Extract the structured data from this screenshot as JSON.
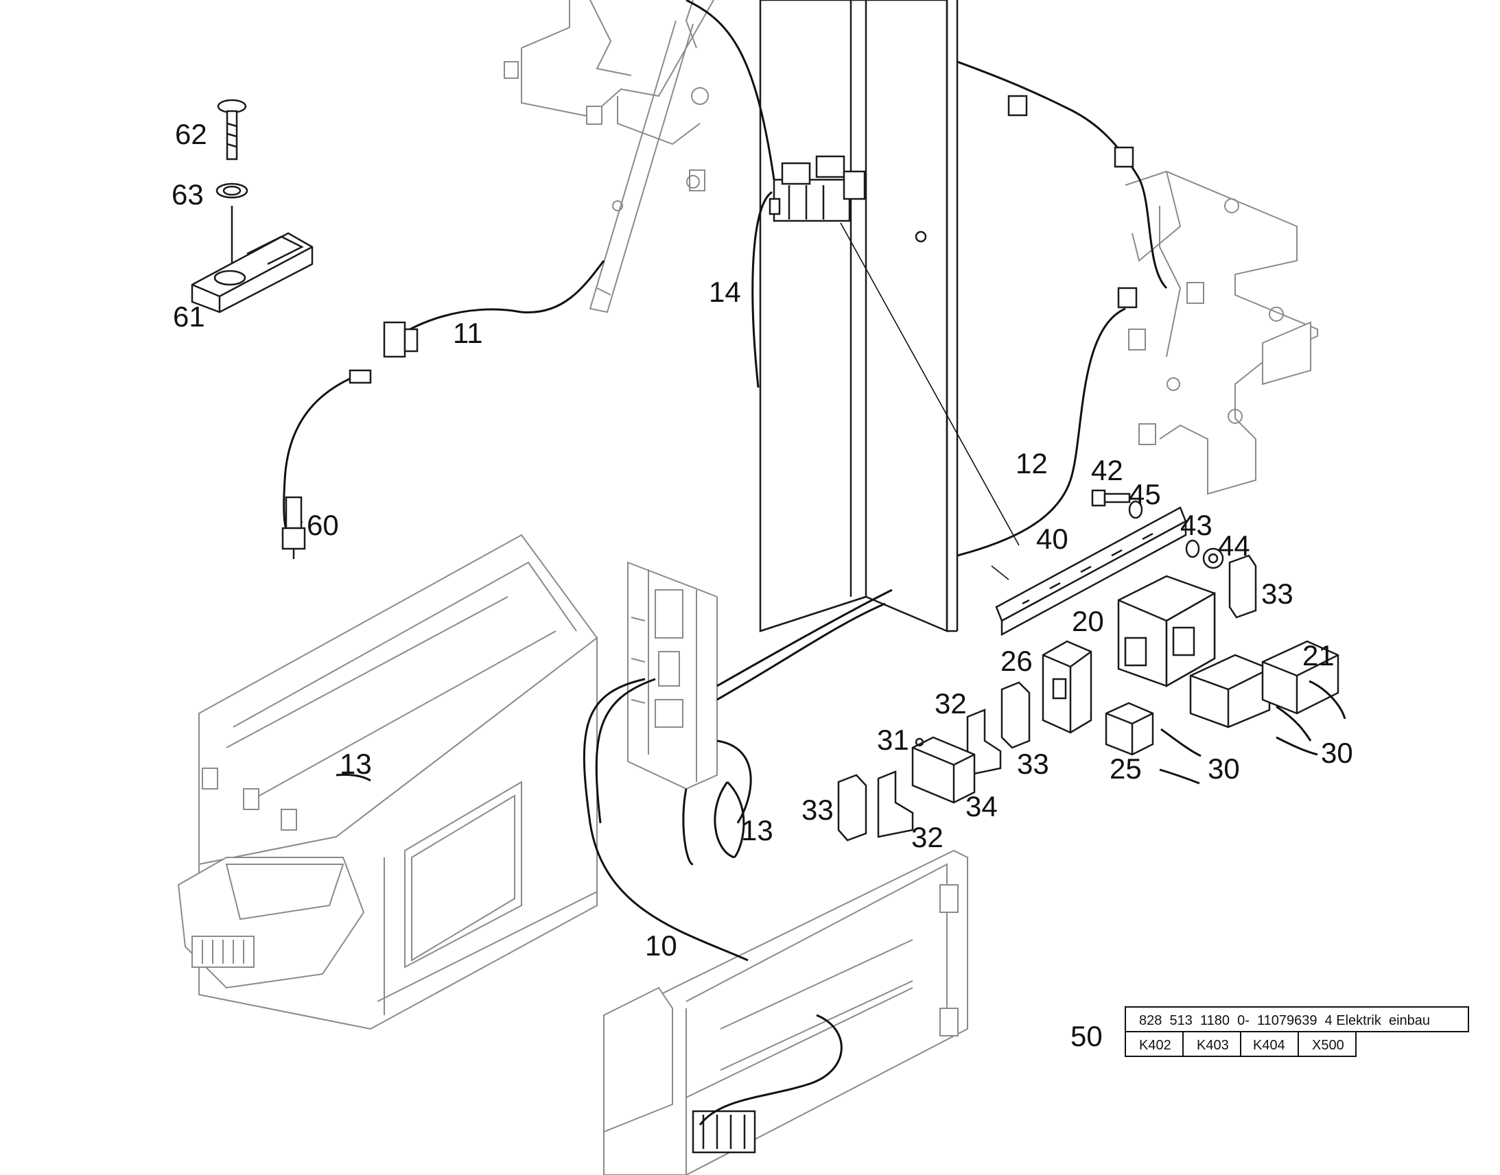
{
  "callouts": {
    "c10": "10",
    "c11": "11",
    "c12": "12",
    "c13a": "13",
    "c13b": "13",
    "c14": "14",
    "c20": "20",
    "c21": "21",
    "c25": "25",
    "c26": "26",
    "c30a": "30",
    "c30b": "30",
    "c31": "31",
    "c32a": "32",
    "c32b": "32",
    "c33a": "33",
    "c33b": "33",
    "c33c": "33",
    "c34": "34",
    "c40": "40",
    "c42": "42",
    "c43": "43",
    "c44": "44",
    "c45": "45",
    "c50": "50",
    "c60": "60",
    "c61": "61",
    "c62": "62",
    "c63": "63"
  },
  "label_50": {
    "row1": "828  513  1180  0-  11079639  4 Elektrik  einbau",
    "row2": [
      "K402",
      "K403",
      "K404",
      "X500"
    ]
  },
  "colors": {
    "line_dark": "#1a1a1a",
    "line_grey": "#8a8a8a",
    "background": "#ffffff"
  }
}
